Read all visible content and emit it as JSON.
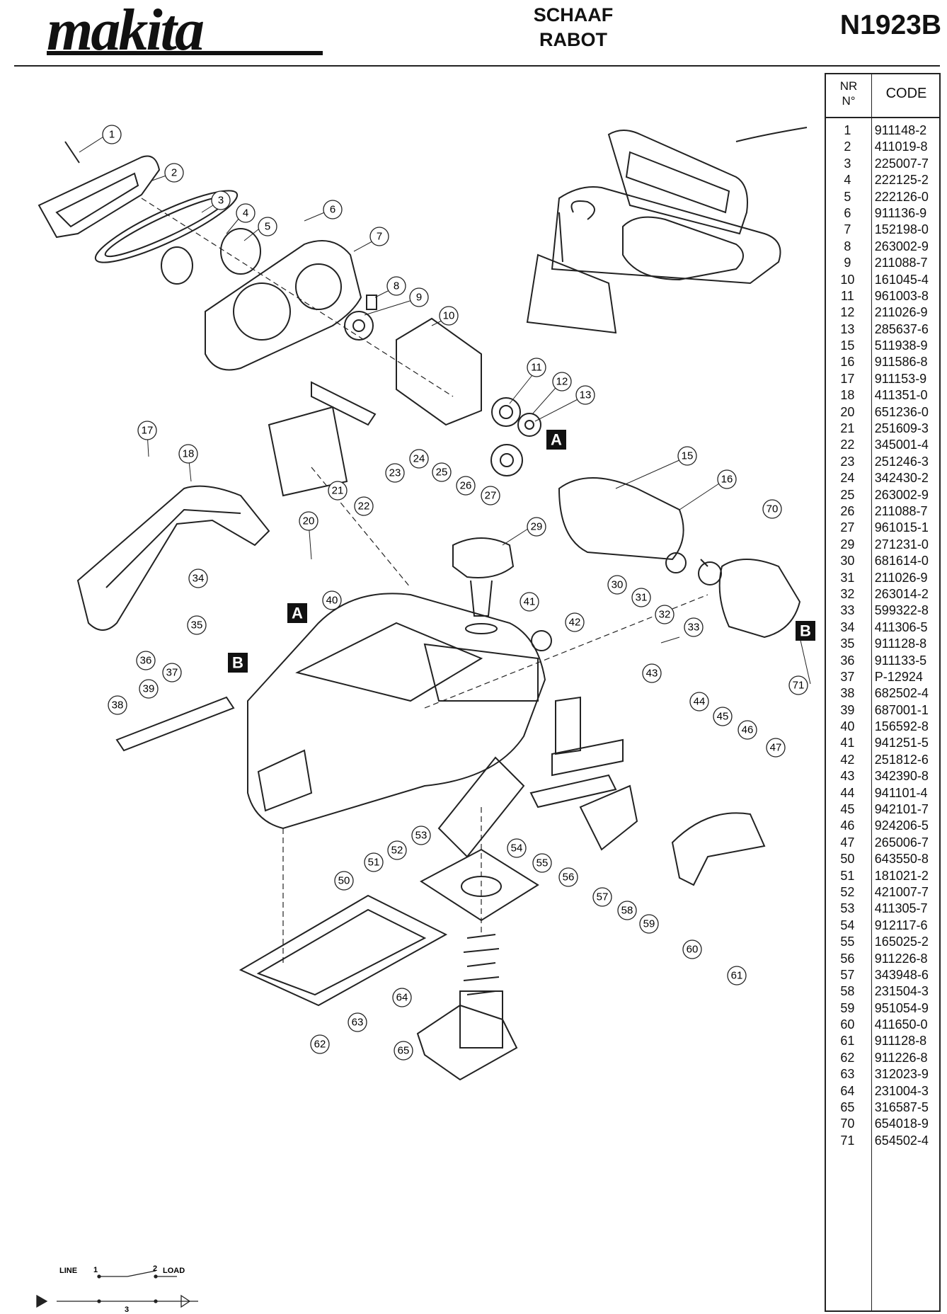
{
  "header": {
    "brand": "makita",
    "title_line1": "SCHAAF",
    "title_line2": "RABOT",
    "model": "N1923B"
  },
  "table": {
    "col_nr_line1": "NR",
    "col_nr_line2": "N°",
    "col_code": "CODE",
    "rows": [
      {
        "nr": "1",
        "code": "911148-2"
      },
      {
        "nr": "2",
        "code": "411019-8"
      },
      {
        "nr": "3",
        "code": "225007-7"
      },
      {
        "nr": "4",
        "code": "222125-2"
      },
      {
        "nr": "5",
        "code": "222126-0"
      },
      {
        "nr": "6",
        "code": "911136-9"
      },
      {
        "nr": "7",
        "code": "152198-0"
      },
      {
        "nr": "8",
        "code": "263002-9"
      },
      {
        "nr": "9",
        "code": "211088-7"
      },
      {
        "nr": "10",
        "code": "161045-4"
      },
      {
        "nr": "11",
        "code": "961003-8"
      },
      {
        "nr": "12",
        "code": "211026-9"
      },
      {
        "nr": "13",
        "code": "285637-6"
      },
      {
        "nr": "15",
        "code": "511938-9"
      },
      {
        "nr": "16",
        "code": "911586-8"
      },
      {
        "nr": "17",
        "code": "911153-9"
      },
      {
        "nr": "18",
        "code": "411351-0"
      },
      {
        "nr": "20",
        "code": "651236-0"
      },
      {
        "nr": "21",
        "code": "251609-3"
      },
      {
        "nr": "22",
        "code": "345001-4"
      },
      {
        "nr": "23",
        "code": "251246-3"
      },
      {
        "nr": "24",
        "code": "342430-2"
      },
      {
        "nr": "25",
        "code": "263002-9"
      },
      {
        "nr": "26",
        "code": "211088-7"
      },
      {
        "nr": "27",
        "code": "961015-1"
      },
      {
        "nr": "29",
        "code": "271231-0"
      },
      {
        "nr": "30",
        "code": "681614-0"
      },
      {
        "nr": "31",
        "code": "211026-9"
      },
      {
        "nr": "32",
        "code": "263014-2"
      },
      {
        "nr": "33",
        "code": "599322-8"
      },
      {
        "nr": "34",
        "code": "411306-5"
      },
      {
        "nr": "35",
        "code": "911128-8"
      },
      {
        "nr": "36",
        "code": "911133-5"
      },
      {
        "nr": "37",
        "code": "P-12924"
      },
      {
        "nr": "38",
        "code": "682502-4"
      },
      {
        "nr": "39",
        "code": "687001-1"
      },
      {
        "nr": "40",
        "code": "156592-8"
      },
      {
        "nr": "41",
        "code": "941251-5"
      },
      {
        "nr": "42",
        "code": "251812-6"
      },
      {
        "nr": "43",
        "code": "342390-8"
      },
      {
        "nr": "44",
        "code": "941101-4"
      },
      {
        "nr": "45",
        "code": "942101-7"
      },
      {
        "nr": "46",
        "code": "924206-5"
      },
      {
        "nr": "47",
        "code": "265006-7"
      },
      {
        "nr": "50",
        "code": "643550-8"
      },
      {
        "nr": "51",
        "code": "181021-2"
      },
      {
        "nr": "52",
        "code": "421007-7"
      },
      {
        "nr": "53",
        "code": "411305-7"
      },
      {
        "nr": "54",
        "code": "912117-6"
      },
      {
        "nr": "55",
        "code": "165025-2"
      },
      {
        "nr": "56",
        "code": "911226-8"
      },
      {
        "nr": "57",
        "code": "343948-6"
      },
      {
        "nr": "58",
        "code": "231504-3"
      },
      {
        "nr": "59",
        "code": "951054-9"
      },
      {
        "nr": "60",
        "code": "411650-0"
      },
      {
        "nr": "61",
        "code": "911128-8"
      },
      {
        "nr": "62",
        "code": "911226-8"
      },
      {
        "nr": "63",
        "code": "312023-9"
      },
      {
        "nr": "64",
        "code": "231004-3"
      },
      {
        "nr": "65",
        "code": "316587-5"
      },
      {
        "nr": "70",
        "code": "654018-9"
      },
      {
        "nr": "71",
        "code": "654502-4"
      }
    ]
  },
  "callouts": [
    "1",
    "2",
    "3",
    "4",
    "5",
    "6",
    "7",
    "8",
    "9",
    "10",
    "11",
    "12",
    "13",
    "15",
    "16",
    "17",
    "18",
    "20",
    "21",
    "22",
    "23",
    "24",
    "25",
    "26",
    "27",
    "29",
    "30",
    "31",
    "32",
    "33",
    "34",
    "35",
    "36",
    "37",
    "38",
    "39",
    "40",
    "41",
    "42",
    "43",
    "44",
    "45",
    "46",
    "47",
    "50",
    "51",
    "52",
    "53",
    "54",
    "55",
    "56",
    "57",
    "58",
    "59",
    "60",
    "61",
    "62",
    "63",
    "64",
    "65",
    "70",
    "71"
  ],
  "markers": [
    "A",
    "A",
    "B",
    "B"
  ],
  "wiring": {
    "line": "LINE",
    "load": "LOAD",
    "n1": "1",
    "n2": "2",
    "n3": "3"
  }
}
